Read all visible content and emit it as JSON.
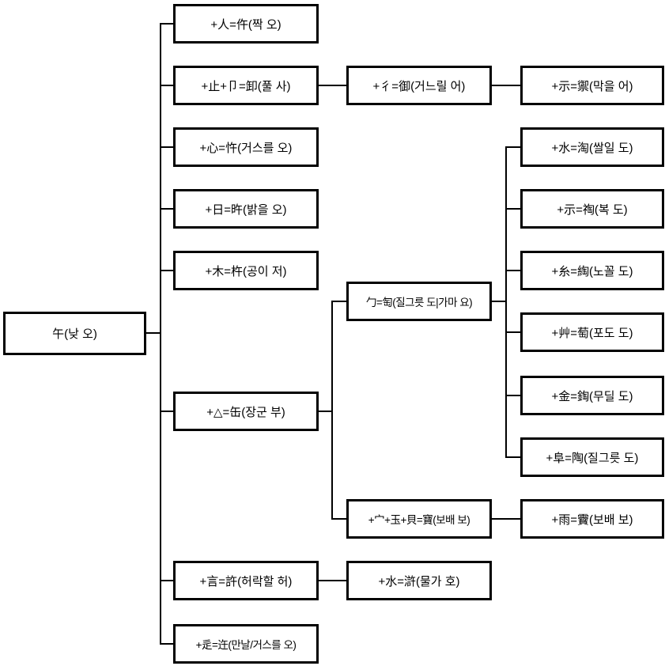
{
  "diagram": {
    "root": {
      "label": "午(낮 오)"
    },
    "level1": [
      {
        "label": "+人=仵(짝 오)"
      },
      {
        "label": "+止+卩=卸(풀 사)"
      },
      {
        "label": "+心=忤(거스를 오)"
      },
      {
        "label": "+日=旿(밝을 오)"
      },
      {
        "label": "+木=杵(공이 저)"
      },
      {
        "label": "+△=缶(장군 부)"
      },
      {
        "label": "+言=許(허락할 허)"
      },
      {
        "label": "+辵=迕(만날/거스를 오)"
      }
    ],
    "level2": [
      {
        "label": "+彳=御(거느릴 어)"
      },
      {
        "label": "勹=匋(질그릇 도|가마 요)"
      },
      {
        "label": "+宀+玉+貝=寶(보배 보)"
      },
      {
        "label": "+水=滸(물가 호)"
      }
    ],
    "level3": [
      {
        "label": "+示=禦(막을 어)"
      },
      {
        "label": "+水=淘(쌀일 도)"
      },
      {
        "label": "+示=祹(복 도)"
      },
      {
        "label": "+糸=綯(노꼴 도)"
      },
      {
        "label": "+艸=萄(포도 도)"
      },
      {
        "label": "+金=鋾(무딜 도)"
      },
      {
        "label": "+阜=陶(질그릇 도)"
      },
      {
        "label": "+雨=靌(보배 보)"
      }
    ],
    "colors": {
      "line": "#000000",
      "box_border": "#000000",
      "background": "#ffffff"
    }
  }
}
